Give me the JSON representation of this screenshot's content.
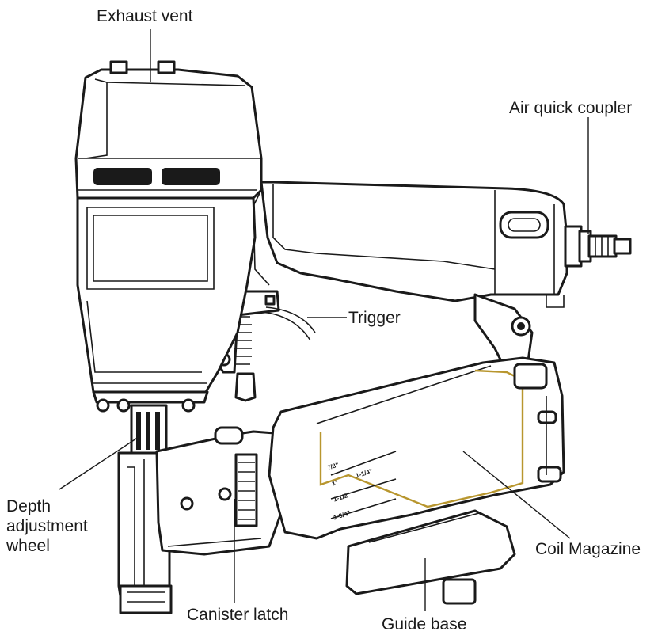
{
  "labels": {
    "exhaust_vent": "Exhaust vent",
    "air_quick_coupler": "Air quick coupler",
    "trigger": "Trigger",
    "depth_adjustment_wheel": "Depth\nadjustment\nwheel",
    "coil_magazine": "Coil Magazine",
    "canister_latch": "Canister latch",
    "guide_base": "Guide base"
  },
  "magazine_scale": [
    "7/8\"",
    "1\"",
    "1-1/4\"",
    "1-1/2\"",
    "1-3/4\""
  ],
  "colors": {
    "line": "#1a1a1a",
    "background": "#ffffff",
    "magazine_accent": "#b8962e"
  }
}
